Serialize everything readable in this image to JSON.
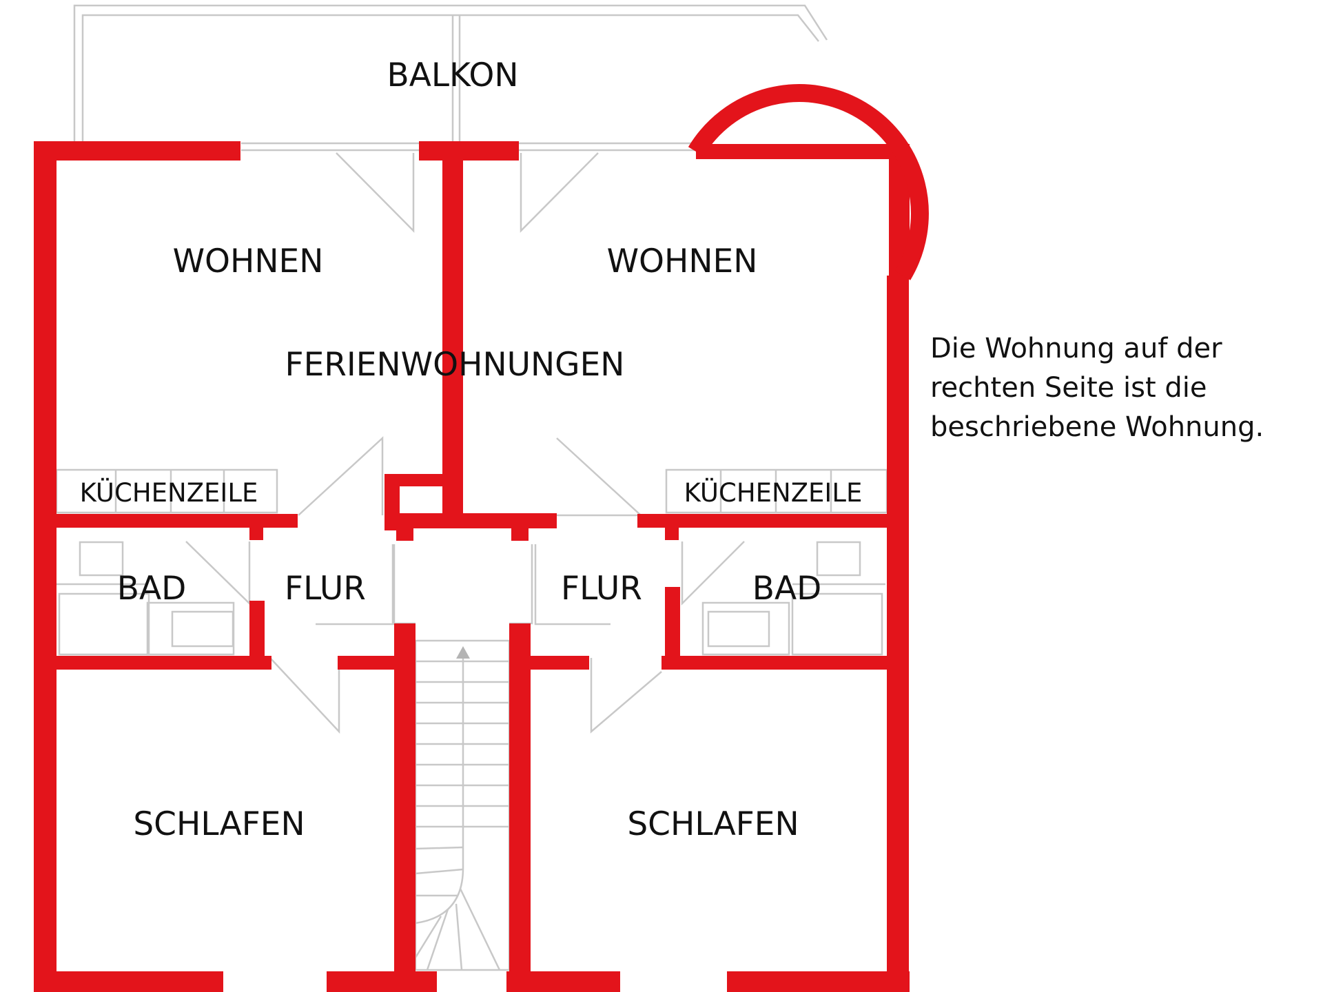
{
  "colors": {
    "wall": "#e3141b",
    "fixture": "#c8c8c8",
    "text": "#111111"
  },
  "labels": {
    "balkon": "BALKON",
    "wohnen_left": "WOHNEN",
    "wohnen_right": "WOHNEN",
    "ferienwohnungen": "FERIENWOHNUNGEN",
    "kuechenzeile_left": "KÜCHENZEILE",
    "kuechenzeile_right": "KÜCHENZEILE",
    "bad_left": "BAD",
    "flur_left": "FLUR",
    "flur_right": "FLUR",
    "bad_right": "BAD",
    "schlafen_left": "SCHLAFEN",
    "schlafen_right": "SCHLAFEN"
  },
  "note": {
    "lines": [
      "Die Wohnung auf der",
      "rechten Seite ist die",
      "beschriebene Wohnung."
    ]
  }
}
